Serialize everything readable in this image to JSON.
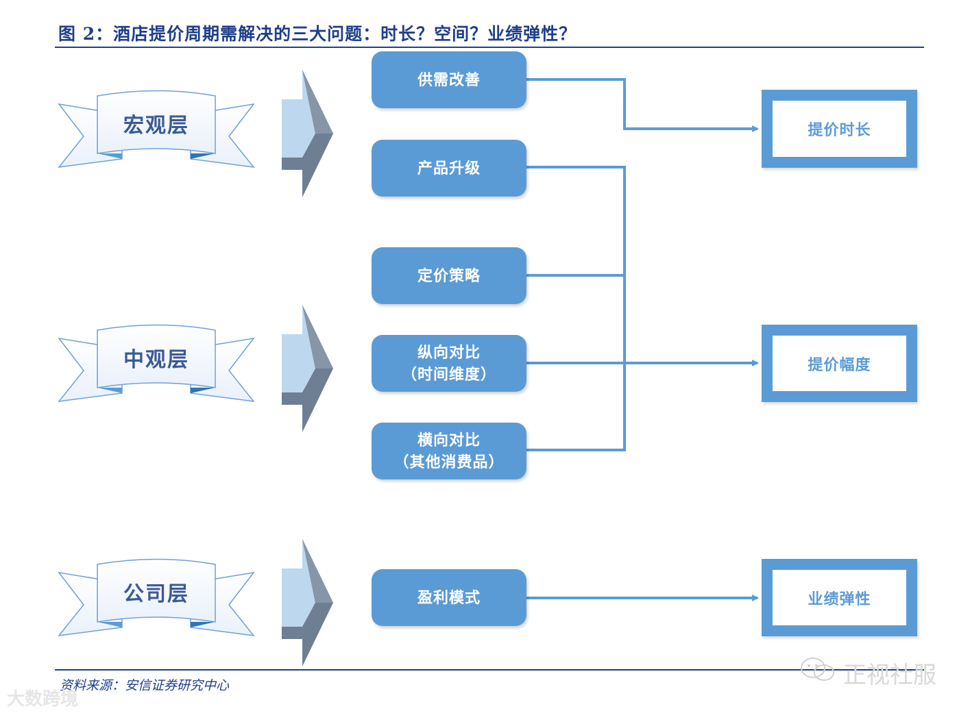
{
  "title": "图 2：酒店提价周期需解决的三大问题：时长？空间？业绩弹性？",
  "levels": [
    "宏观层",
    "中观层",
    "公司层"
  ],
  "factors": {
    "supply_demand": "供需改善",
    "product_upgrade": "产品升级",
    "pricing_strategy": "定价策略",
    "vertical_line1": "纵向对比",
    "vertical_line2": "（时间维度）",
    "horizontal_line1": "横向对比",
    "horizontal_line2": "（其他消费品）",
    "profit_model": "盈利模式"
  },
  "results": {
    "duration": "提价时长",
    "magnitude": "提价幅度",
    "elasticity": "业绩弹性"
  },
  "source": "资料来源：安信证券研究中心",
  "watermark_left": "大数跨境",
  "watermark_right": "正视社服",
  "colors": {
    "title": "#1f3f8a",
    "box": "#5b9bd5",
    "connector": "#5b9bd5",
    "ribbon_stroke": "#6f9fd8"
  }
}
